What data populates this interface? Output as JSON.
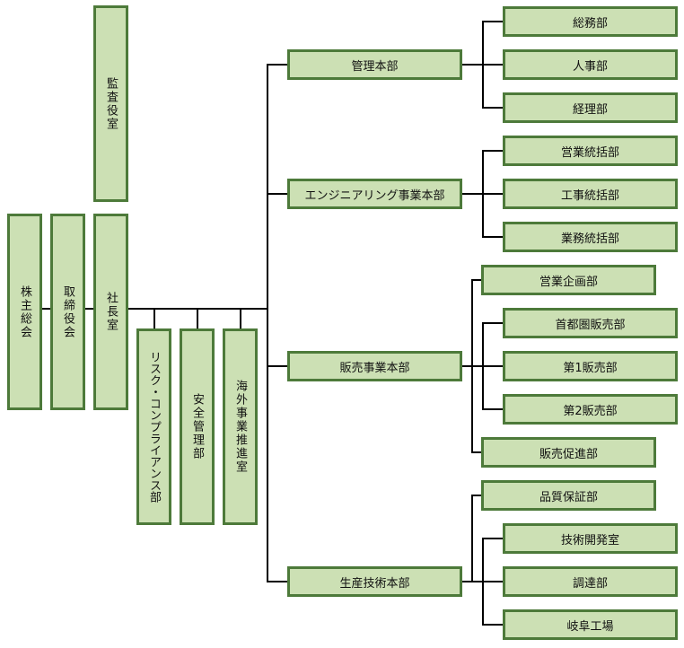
{
  "org_chart": {
    "shareholders_meeting": "株主総会",
    "board_of_directors": "取締役会",
    "audit_office": "監査役室",
    "president_office": "社長室",
    "staff_units": [
      "リスク・コンプライアンス部",
      "安全管理部",
      "海外事業推進室"
    ],
    "divisions": [
      {
        "name": "管理本部",
        "departments": [
          "総務部",
          "人事部",
          "経理部"
        ]
      },
      {
        "name": "エンジニアリング事業本部",
        "departments": [
          "営業統括部",
          "工事統括部",
          "業務統括部"
        ]
      },
      {
        "name": "販売事業本部",
        "departments": [
          "営業企画部",
          "首都圏販売部",
          "第1販売部",
          "第2販売部",
          "販売促進部"
        ]
      },
      {
        "name": "生産技術本部",
        "departments": [
          "品質保証部",
          "技術開発室",
          "調達部",
          "岐阜工場"
        ]
      }
    ]
  },
  "colors": {
    "box_fill": "#cce0b4",
    "box_border": "#4d7a3a",
    "connector": "#000000"
  }
}
